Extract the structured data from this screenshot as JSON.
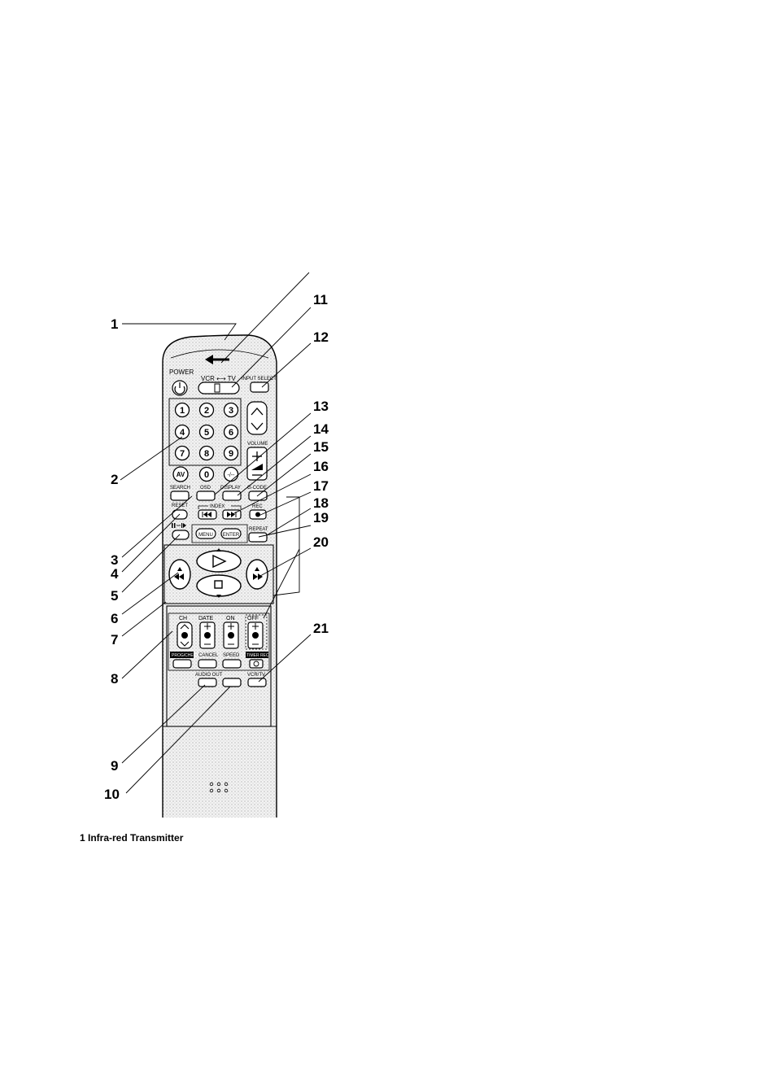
{
  "caption": "1  Infra-red Transmitter",
  "remote": {
    "power": "POWER",
    "vcr_tv": "VCR ⟷ TV",
    "input_select": "INPUT SELECT",
    "volume": "VOLUME",
    "av": "AV",
    "dash": "-/--",
    "search": "SEARCH",
    "osd": "OSD",
    "display": "DISPLAY",
    "gcode": "G-CODE",
    "index": "INDEX",
    "reset": "RESET",
    "rec": "REC",
    "menu": "MENU",
    "enter": "ENTER",
    "repeat": "REPEAT",
    "ch": "CH",
    "date": "DATE",
    "on": "ON",
    "off": "OFF",
    "prog_check": "PROG/CHECK",
    "cancel": "CANCEL",
    "speed": "SPEED",
    "timer_rec": "TIMER REC",
    "audio_out": "AUDIO OUT",
    "vcr_tv2": "VCR/TV"
  },
  "digits": [
    "1",
    "2",
    "3",
    "4",
    "5",
    "6",
    "7",
    "8",
    "9",
    "0"
  ],
  "callouts": [
    {
      "n": "1"
    },
    {
      "n": "2"
    },
    {
      "n": "3"
    },
    {
      "n": "4"
    },
    {
      "n": "5"
    },
    {
      "n": "6"
    },
    {
      "n": "7"
    },
    {
      "n": "8"
    },
    {
      "n": "9"
    },
    {
      "n": "10"
    },
    {
      "n": "11"
    },
    {
      "n": "12"
    },
    {
      "n": "13"
    },
    {
      "n": "14"
    },
    {
      "n": "15"
    },
    {
      "n": "16"
    },
    {
      "n": "17"
    },
    {
      "n": "18"
    },
    {
      "n": "19"
    },
    {
      "n": "20"
    },
    {
      "n": "21"
    }
  ]
}
